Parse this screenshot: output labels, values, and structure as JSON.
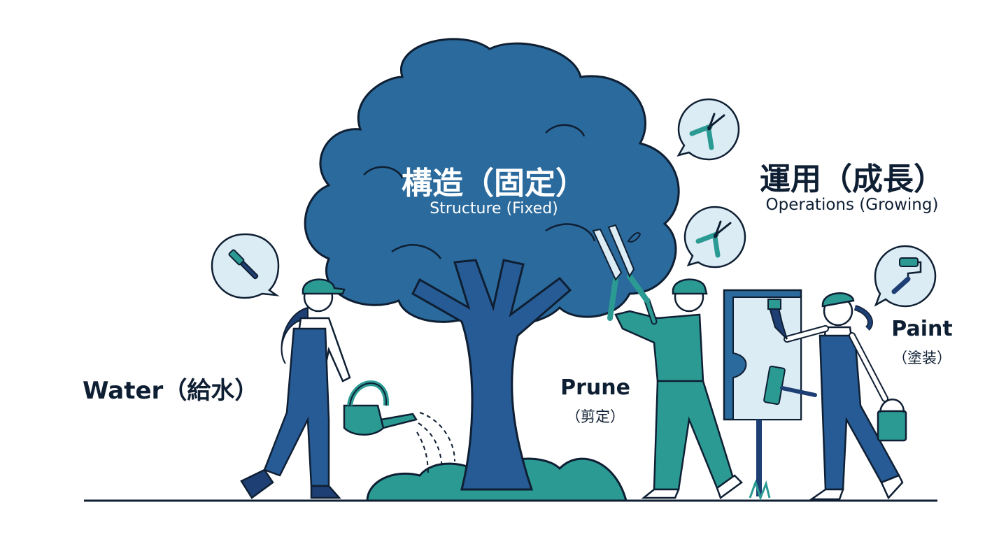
{
  "labels": {
    "structure": {
      "jp": "構造（固定）",
      "en": "Structure (Fixed)"
    },
    "operations": {
      "jp": "運用（成長）",
      "en": "Operations (Growing)"
    },
    "water": {
      "text": "Water（給水）"
    },
    "prune": {
      "en": "Prune",
      "jp": "（剪定）"
    },
    "paint": {
      "en": "Paint",
      "jp": "（塗装）"
    }
  },
  "icons": {
    "bubble_left": "paintbrush-icon",
    "bubble_top_right": "pruning-shears-icon",
    "bubble_mid_right": "pruning-shears-icon",
    "bubble_far_right": "paint-roller-icon"
  },
  "colors": {
    "navy": "#1e3f73",
    "tree_blue": "#2b6a9c",
    "trunk": "#275b96",
    "teal": "#2b9a93",
    "outline": "#0f1f33",
    "bubble_fill": "#dcecf5"
  }
}
